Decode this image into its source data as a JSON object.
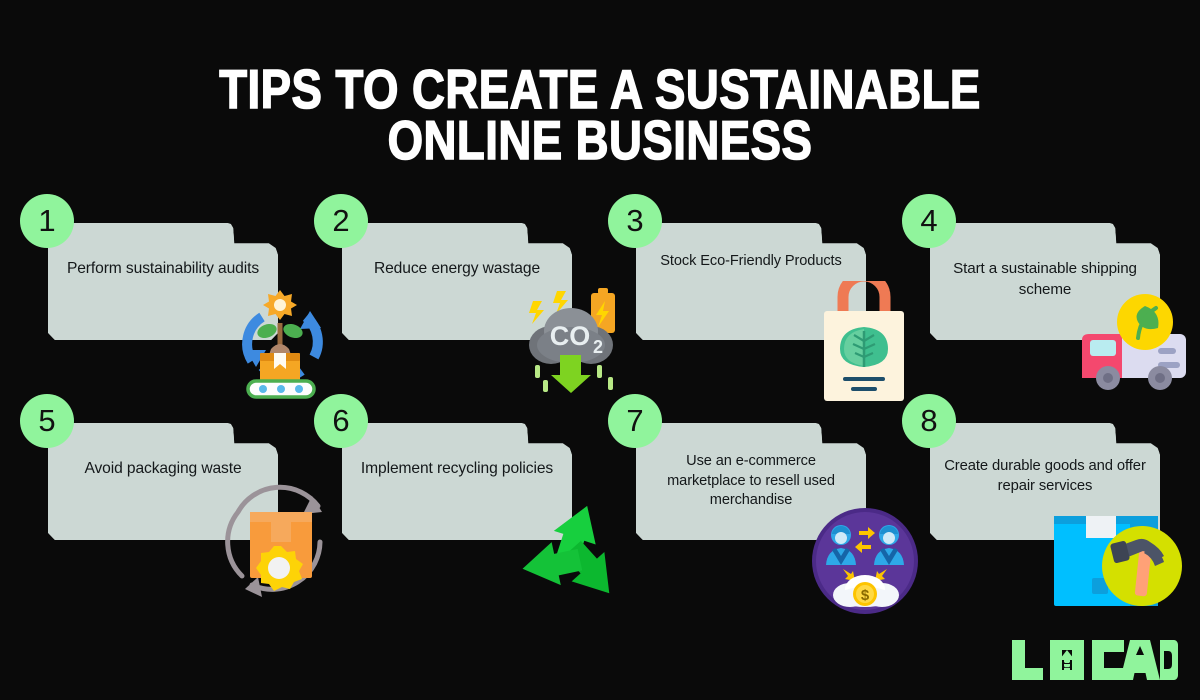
{
  "page": {
    "background_color": "#0a0a0a",
    "card_color": "#ccd8d4",
    "badge_color": "#90f49c",
    "brand_green": "#90f49c",
    "text_color": "#14181a"
  },
  "title": {
    "line1": "TIPS TO CREATE A SUSTAINABLE",
    "line2": "ONLINE BUSINESS"
  },
  "tips": [
    {
      "number": "1",
      "text": "Perform sustainability audits",
      "icon": "recycling-plant-conveyor-icon"
    },
    {
      "number": "2",
      "text": "Reduce energy wastage",
      "icon": "co2-cloud-energy-icon"
    },
    {
      "number": "3",
      "text": "Stock Eco-Friendly Products",
      "icon": "eco-shopping-bag-icon"
    },
    {
      "number": "4",
      "text": "Start a sustainable shipping scheme",
      "icon": "green-delivery-truck-icon"
    },
    {
      "number": "5",
      "text": "Avoid packaging waste",
      "icon": "package-gear-cycle-icon"
    },
    {
      "number": "6",
      "text": "Implement recycling policies",
      "icon": "recycle-arrows-icon"
    },
    {
      "number": "7",
      "text": "Use an e-commerce marketplace to resell used merchandise",
      "icon": "marketplace-people-cloud-icon"
    },
    {
      "number": "8",
      "text": "Create durable goods and offer repair services",
      "icon": "box-hammer-repair-icon"
    }
  ],
  "logo": {
    "text": "LOCAD",
    "color": "#90f49c"
  }
}
